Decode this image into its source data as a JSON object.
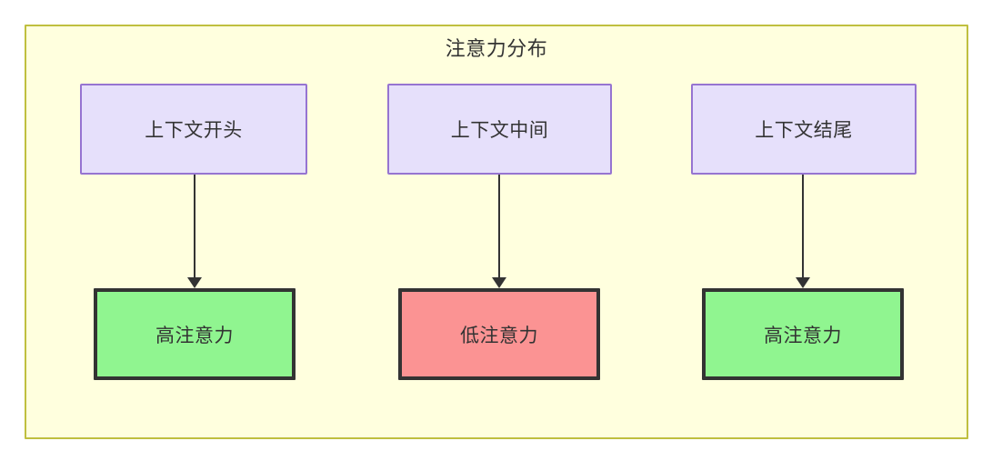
{
  "diagram": {
    "title": "注意力分布",
    "colors": {
      "container_bg": "#ffffde",
      "container_border": "#bfbf3f",
      "top_node_bg": "#e6e0fb",
      "top_node_border": "#9674d1",
      "high_attention_bg": "#90f590",
      "low_attention_bg": "#fb9393",
      "leaf_border": "#333333",
      "text": "#333333",
      "edge": "#333333"
    },
    "top_nodes": [
      {
        "label": "上下文开头"
      },
      {
        "label": "上下文中间"
      },
      {
        "label": "上下文结尾"
      }
    ],
    "leaf_nodes": [
      {
        "label": "高注意力",
        "state": "high"
      },
      {
        "label": "低注意力",
        "state": "low"
      },
      {
        "label": "高注意力",
        "state": "high"
      }
    ],
    "edges": [
      {
        "from": "上下文开头",
        "to": "高注意力"
      },
      {
        "from": "上下文中间",
        "to": "低注意力"
      },
      {
        "from": "上下文结尾",
        "to": "高注意力"
      }
    ]
  }
}
